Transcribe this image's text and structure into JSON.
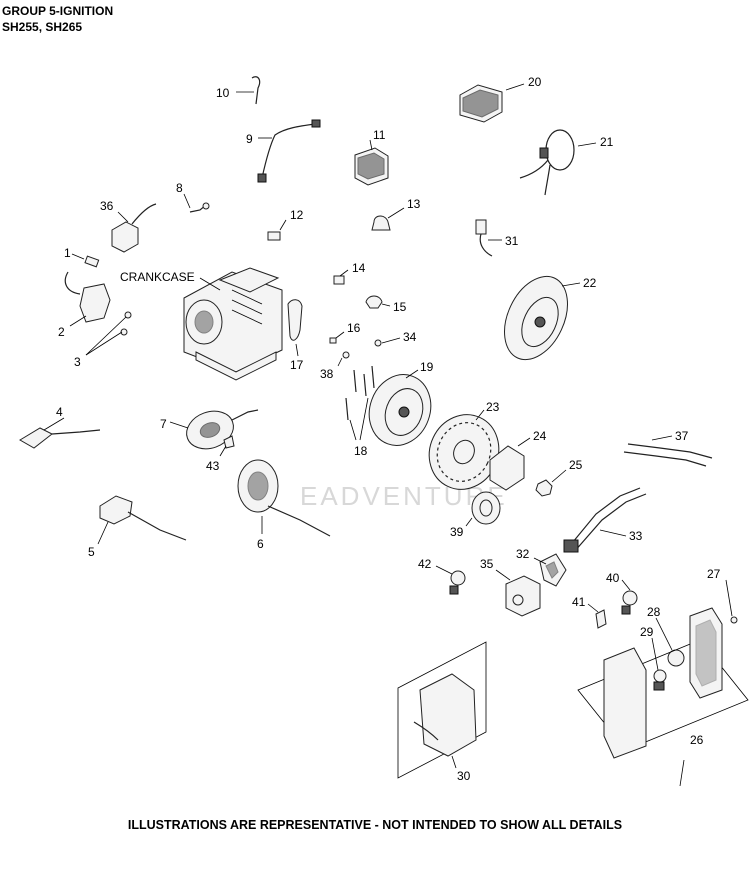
{
  "header": {
    "title": "GROUP 5-IGNITION",
    "subtitle": "SH255, SH265"
  },
  "footer": {
    "note": "ILLUSTRATIONS ARE REPRESENTATIVE - NOT INTENDED TO SHOW ALL DETAILS"
  },
  "watermark": {
    "text": "EADVENTURE"
  },
  "labels": {
    "crankcase": "CRANKCASE",
    "c1": "1",
    "c2": "2",
    "c3": "3",
    "c4": "4",
    "c5": "5",
    "c6": "6",
    "c7": "7",
    "c8": "8",
    "c9": "9",
    "c10": "10",
    "c11": "11",
    "c12": "12",
    "c13": "13",
    "c14": "14",
    "c15": "15",
    "c16": "16",
    "c17": "17",
    "c18": "18",
    "c19": "19",
    "c20": "20",
    "c21": "21",
    "c22": "22",
    "c23": "23",
    "c24": "24",
    "c25": "25",
    "c26": "26",
    "c27": "27",
    "c28": "28",
    "c29": "29",
    "c30": "30",
    "c31": "31",
    "c32": "32",
    "c33": "33",
    "c34": "34",
    "c35": "35",
    "c36": "36",
    "c37": "37",
    "c38": "38",
    "c39": "39",
    "c40": "40",
    "c41": "41",
    "c42": "42",
    "c43": "43"
  }
}
